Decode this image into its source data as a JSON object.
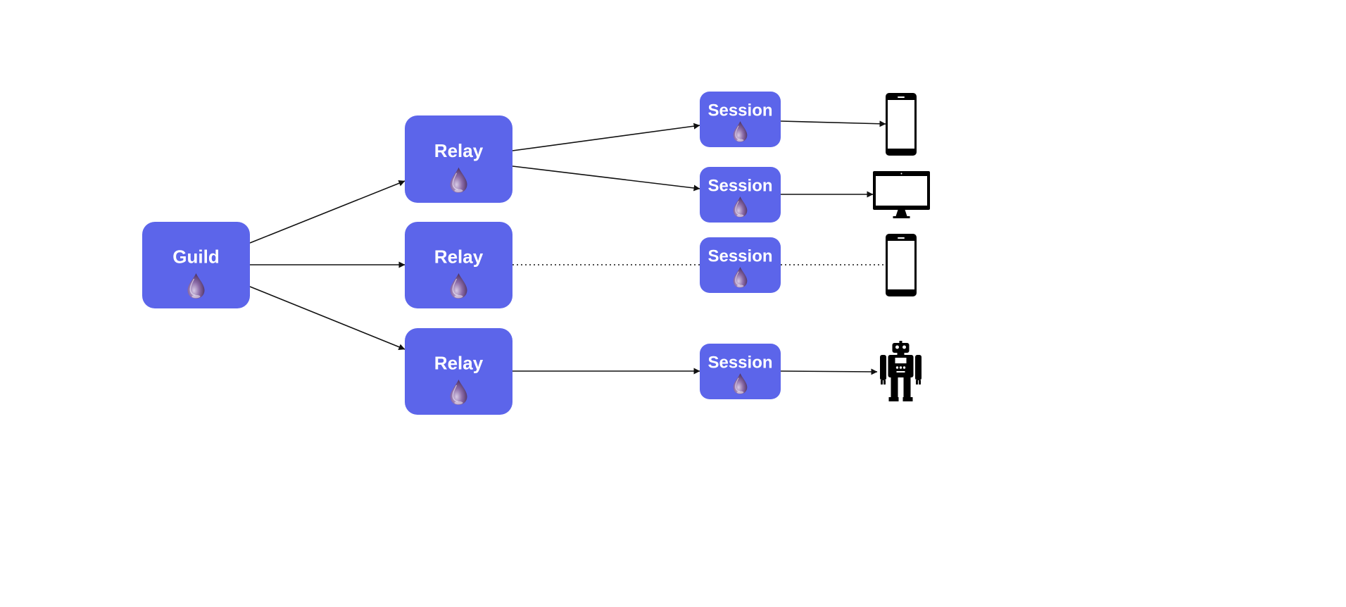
{
  "diagram": {
    "colors": {
      "node_fill": "#5C65EA",
      "node_text": "#FFFFFF",
      "edge": "#111111",
      "device": "#000000"
    },
    "nodes": [
      {
        "id": "guild",
        "label": "Guild",
        "icon": "elixir-drop-icon"
      },
      {
        "id": "relay-1",
        "label": "Relay",
        "icon": "elixir-drop-icon"
      },
      {
        "id": "relay-2",
        "label": "Relay",
        "icon": "elixir-drop-icon"
      },
      {
        "id": "relay-3",
        "label": "Relay",
        "icon": "elixir-drop-icon"
      },
      {
        "id": "session-1",
        "label": "Session",
        "icon": "elixir-drop-icon"
      },
      {
        "id": "session-2",
        "label": "Session",
        "icon": "elixir-drop-icon"
      },
      {
        "id": "session-3",
        "label": "Session",
        "icon": "elixir-drop-icon"
      },
      {
        "id": "session-4",
        "label": "Session",
        "icon": "elixir-drop-icon"
      }
    ],
    "devices": [
      {
        "id": "device-1",
        "icon": "phone-icon"
      },
      {
        "id": "device-2",
        "icon": "monitor-icon"
      },
      {
        "id": "device-3",
        "icon": "phone-icon"
      },
      {
        "id": "device-4",
        "icon": "robot-icon"
      }
    ],
    "edges": [
      {
        "from": "guild",
        "to": "relay-1",
        "style": "solid-arrow"
      },
      {
        "from": "guild",
        "to": "relay-2",
        "style": "solid-arrow"
      },
      {
        "from": "guild",
        "to": "relay-3",
        "style": "solid-arrow"
      },
      {
        "from": "relay-1",
        "to": "session-1",
        "style": "solid-arrow"
      },
      {
        "from": "relay-1",
        "to": "session-2",
        "style": "solid-arrow"
      },
      {
        "from": "relay-2",
        "to": "session-3",
        "style": "dotted"
      },
      {
        "from": "relay-3",
        "to": "session-4",
        "style": "solid-arrow"
      },
      {
        "from": "session-1",
        "to": "device-1",
        "style": "solid-arrow"
      },
      {
        "from": "session-2",
        "to": "device-2",
        "style": "solid-arrow"
      },
      {
        "from": "session-3",
        "to": "device-3",
        "style": "dotted"
      },
      {
        "from": "session-4",
        "to": "device-4",
        "style": "solid-arrow"
      }
    ]
  }
}
